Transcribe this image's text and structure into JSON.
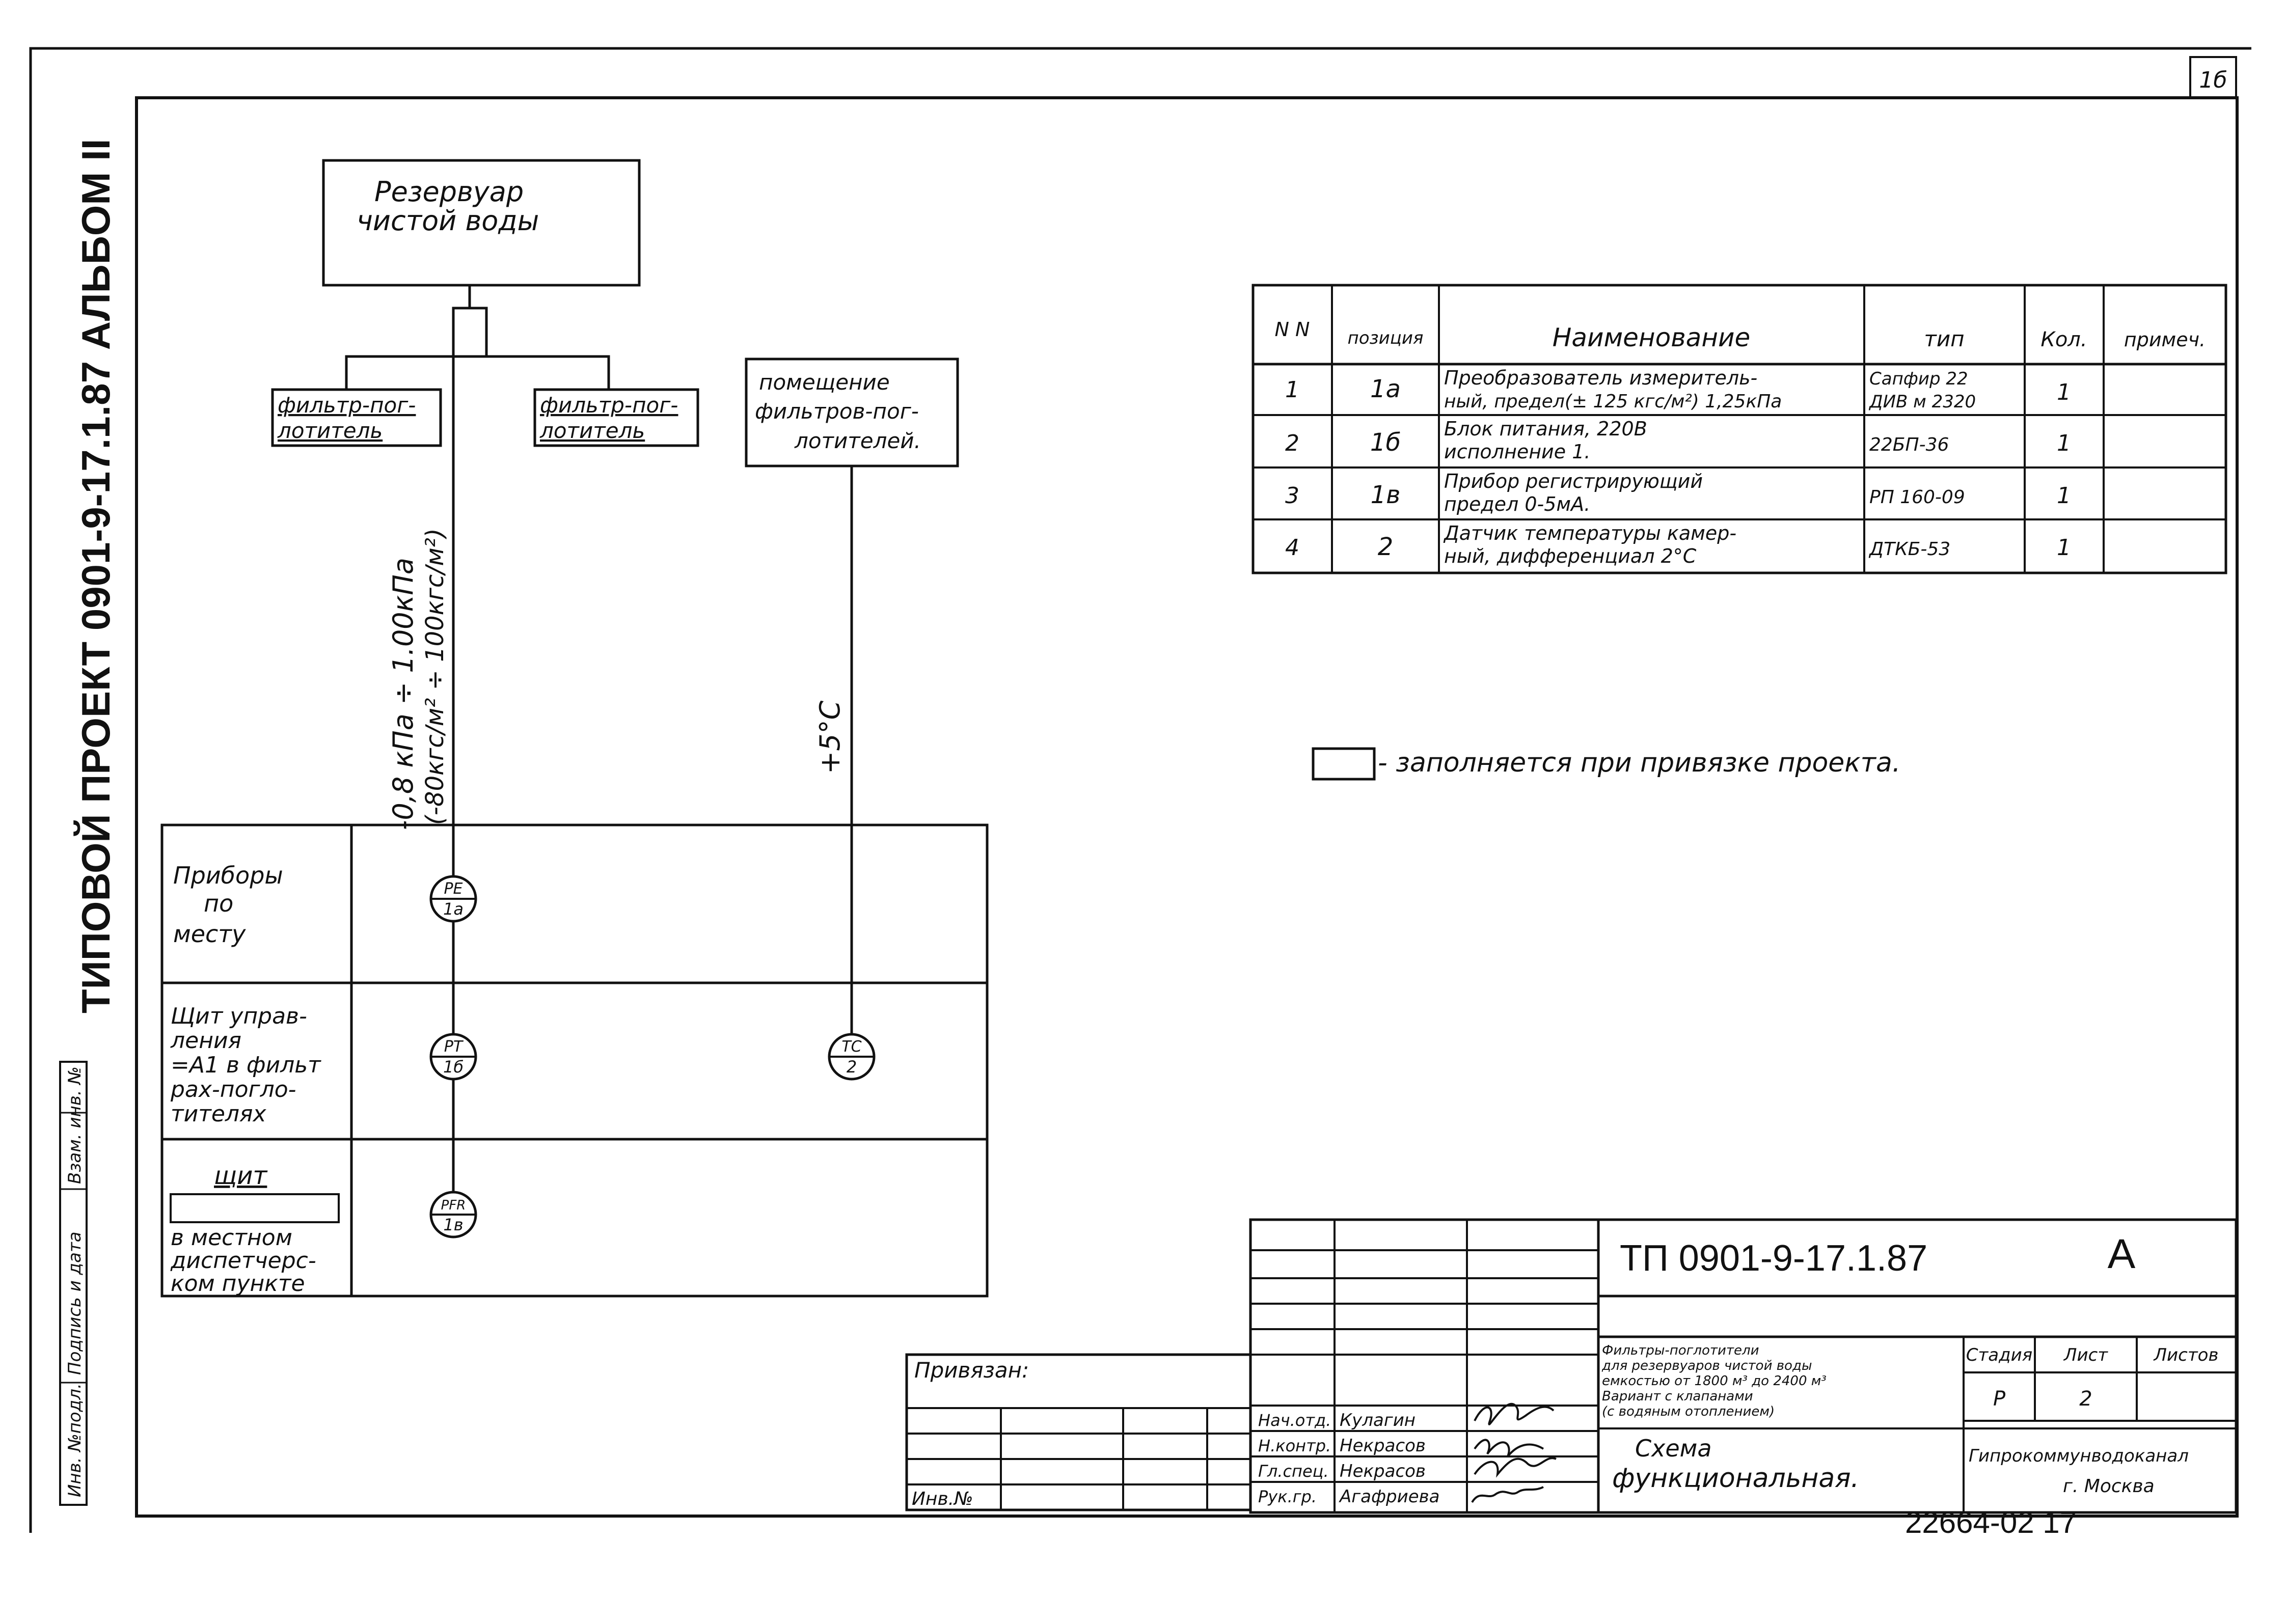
{
  "sheet_number": "1б",
  "side_stamp": {
    "album": "ТИПОВОЙ   ПРОЕКТ 0901-9-17.1.87  АЛЬБОМ II",
    "fields": [
      "Инв. №подл.",
      "Подпись и дата",
      "Взам. инв. №"
    ]
  },
  "diagram": {
    "reservoir": [
      "Резервуар",
      "чистой  воды"
    ],
    "filter_left": [
      "фильтр-пог-",
      "лотитель"
    ],
    "filter_right": [
      "фильтр-пог-",
      "лотитель"
    ],
    "room": [
      "помещение",
      "фильтров-пог-",
      "лотителей."
    ],
    "pressure_range": [
      "-0,8 кПа ÷ 1.00кПа",
      "(-80кгс/м² ÷ 100кгс/м²)"
    ],
    "temperature": "+5°C",
    "rows": [
      [
        "Приборы",
        "по",
        "месту"
      ],
      [
        "Щит управ-",
        "ления",
        "=А1 в фильт",
        "рах-погло-",
        "тителях"
      ],
      [
        "щит",
        "",
        "в местном",
        "диспетчерс-",
        "ком пункте"
      ]
    ],
    "instruments": [
      {
        "code": "PE",
        "pos": "1а"
      },
      {
        "code": "PT",
        "pos": "1б"
      },
      {
        "code": "PFR",
        "pos": "1в"
      },
      {
        "code": "TC",
        "pos": "2"
      }
    ]
  },
  "spec_table": {
    "headers": [
      "N N",
      "позиция",
      "Наименование",
      "тип",
      "Кол.",
      "примеч."
    ],
    "rows": [
      {
        "n": "1",
        "pos": "1а",
        "name": [
          "Преобразователь измеритель-",
          "ный, предел(± 125 кгс/м²) 1,25кПа"
        ],
        "type": [
          "Сапфир 22",
          "ДИВ м 2320"
        ],
        "qty": "1",
        "note": ""
      },
      {
        "n": "2",
        "pos": "1б",
        "name": [
          "Блок питания, 220В",
          "исполнение 1."
        ],
        "type": [
          "22БП-36"
        ],
        "qty": "1",
        "note": ""
      },
      {
        "n": "3",
        "pos": "1в",
        "name": [
          "Прибор регистрирующий",
          "предел 0-5мА."
        ],
        "type": [
          "РП 160-09"
        ],
        "qty": "1",
        "note": ""
      },
      {
        "n": "4",
        "pos": "2",
        "name": [
          "Датчик температуры камер-",
          "ный, дифференциал 2°С"
        ],
        "type": [
          "ДТКБ-53"
        ],
        "qty": "1",
        "note": ""
      }
    ]
  },
  "legend": "- заполняется при привязке проекта.",
  "title_block": {
    "code": "ТП 0901-9-17.1.87",
    "letter": "А",
    "privyazan": "Привязан:",
    "inv_no": "Инв.№",
    "description": [
      "Фильтры-поглотители",
      "для резервуаров чистой воды",
      "емкостью от 1800 м³ до 2400 м³",
      "Вариант с клапанами",
      "(с водяным отоплением)"
    ],
    "stage_headers": [
      "Стадия",
      "Лист",
      "Листов"
    ],
    "stage": "Р",
    "sheet": "2",
    "sheets_total": "",
    "drawing_title": [
      "Схема",
      "функциональная."
    ],
    "org": [
      "Гипрокоммунводоканал",
      "г. Москва"
    ],
    "signers": [
      {
        "role": "Нач.отд.",
        "name": "Кулагин"
      },
      {
        "role": "Н.контр.",
        "name": "Некрасов"
      },
      {
        "role": "Гл.спец.",
        "name": "Некрасов"
      },
      {
        "role": "Рук.гр.",
        "name": "Агафриева"
      }
    ]
  },
  "bottom_number": "22664-02  17"
}
